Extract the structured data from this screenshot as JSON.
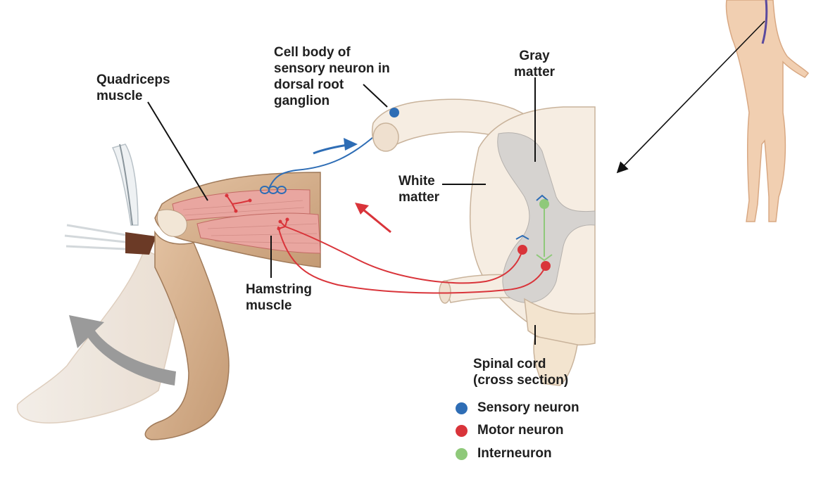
{
  "labels": {
    "quadriceps": "Quadriceps\nmuscle",
    "cell_body": "Cell body of\nsensory neuron in\ndorsal root\nganglion",
    "gray_matter": "Gray\nmatter",
    "white_matter": "White\nmatter",
    "hamstring": "Hamstring\nmuscle",
    "spinal_cord": "Spinal cord\n(cross section)"
  },
  "legend": [
    {
      "label": "Sensory neuron",
      "color": "#2e6db5"
    },
    {
      "label": "Motor neuron",
      "color": "#d9343a"
    },
    {
      "label": "Interneuron",
      "color": "#8fc97a"
    }
  ],
  "colors": {
    "sensory": "#2e6db5",
    "motor": "#d9343a",
    "interneuron": "#8fc97a",
    "gray_matter": "#d6d3d0",
    "white_matter": "#f6ede2",
    "skin": "#d7b08c",
    "muscle": "#e9a6a0",
    "movement_arrow": "#9a9a9a"
  },
  "icons": [
    "reflex-hammer-icon",
    "human-silhouette-icon",
    "movement-arrow-icon"
  ]
}
